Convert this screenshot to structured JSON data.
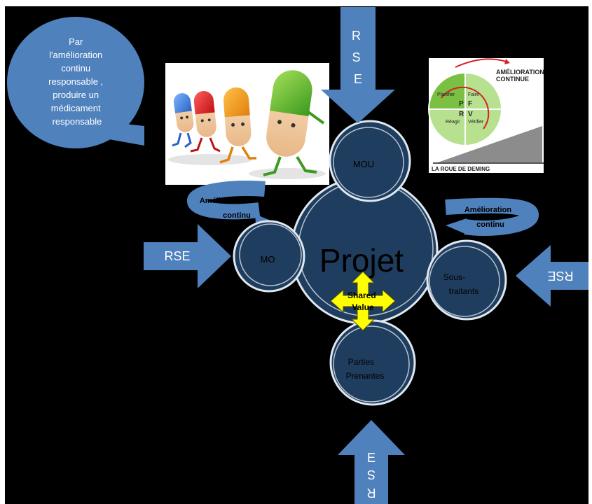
{
  "bubble": {
    "lines": [
      "Par",
      "l'amélioration",
      "continu",
      "responsable ,",
      "produire un",
      "médicament",
      "responsable"
    ]
  },
  "center": {
    "label": "Projet"
  },
  "satellites": {
    "top": "MOU",
    "left": "MO",
    "right_line1": "Sous-",
    "right_line2": "traitants",
    "bottom_line1": "Parties",
    "bottom_line2": "Prenantes"
  },
  "shared_value": {
    "line1": "Shared",
    "line2": "Value"
  },
  "loops": {
    "left_line1": "Amélioration",
    "left_line2": "continu",
    "right_line1": "Amélioration",
    "right_line2": "continu"
  },
  "arrows": {
    "top": [
      "R",
      "S",
      "E"
    ],
    "left": "RSE",
    "right": "RSE",
    "bottom": [
      "E",
      "S",
      "R"
    ]
  },
  "deming": {
    "title_line1": "AMÉLIORATION",
    "title_line2": "CONTINUE",
    "q1": "Planifier",
    "q2": "Faire",
    "p": "P",
    "f": "F",
    "r": "R",
    "v": "V",
    "q3": "Réagir",
    "q4": "Vérifier",
    "caption": "LA ROUE DE DEMING"
  },
  "colors": {
    "background": "#000000",
    "circle_fill": "#1f3d5e",
    "circle_stroke": "#dfe7f0",
    "arrow_fill": "#4f81bd",
    "shared_arrow": "#ffff00",
    "deming_green": "#7ac143",
    "deming_red": "#d62027"
  },
  "icons": [
    "pill-characters-image",
    "deming-wheel-image"
  ]
}
